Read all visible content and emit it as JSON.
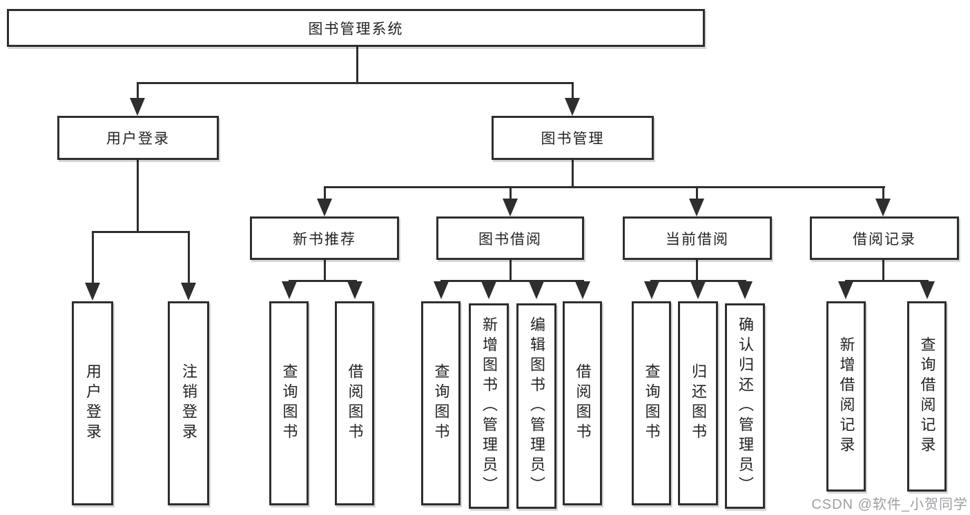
{
  "diagram": {
    "type": "tree",
    "orientation": "top-down",
    "colors": {
      "background": "#ffffff",
      "box_border": "#2e2e2e",
      "connector": "#2e2e2e",
      "text": "#232323",
      "watermark": "#96969c"
    }
  },
  "tree": {
    "label": "图书管理系统",
    "children": [
      {
        "label": "用户登录",
        "children": [
          {
            "label": "用户登录"
          },
          {
            "label": "注销登录"
          }
        ]
      },
      {
        "label": "图书管理",
        "children": [
          {
            "label": "新书推荐",
            "children": [
              {
                "label": "查询图书"
              },
              {
                "label": "借阅图书"
              }
            ]
          },
          {
            "label": "图书借阅",
            "children": [
              {
                "label": "查询图书"
              },
              {
                "label": "新增图书（管理员）"
              },
              {
                "label": "编辑图书（管理员）"
              },
              {
                "label": "借阅图书"
              }
            ]
          },
          {
            "label": "当前借阅",
            "children": [
              {
                "label": "查询图书"
              },
              {
                "label": "归还图书"
              },
              {
                "label": "确认归还（管理员）"
              }
            ]
          },
          {
            "label": "借阅记录",
            "children": [
              {
                "label": "新增借阅记录"
              },
              {
                "label": "查询借阅记录"
              }
            ]
          }
        ]
      }
    ]
  },
  "watermark": {
    "text": "CSDN @软件_小贺同学"
  }
}
